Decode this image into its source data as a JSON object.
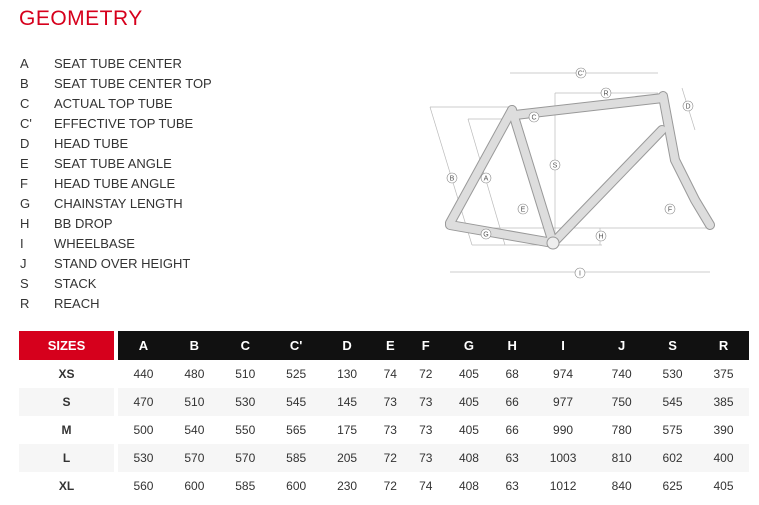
{
  "title": "GEOMETRY",
  "legend": [
    {
      "key": "A",
      "label": "SEAT TUBE CENTER"
    },
    {
      "key": "B",
      "label": "SEAT TUBE CENTER TOP"
    },
    {
      "key": "C",
      "label": "ACTUAL TOP TUBE"
    },
    {
      "key": "C'",
      "label": "EFFECTIVE TOP TUBE"
    },
    {
      "key": "D",
      "label": "HEAD TUBE"
    },
    {
      "key": "E",
      "label": "SEAT TUBE ANGLE"
    },
    {
      "key": "F",
      "label": "HEAD TUBE ANGLE"
    },
    {
      "key": "G",
      "label": "CHAINSTAY LENGTH"
    },
    {
      "key": "H",
      "label": "BB DROP"
    },
    {
      "key": "I",
      "label": "WHEELBASE"
    },
    {
      "key": "J",
      "label": "STAND OVER HEIGHT"
    },
    {
      "key": "S",
      "label": "STACK"
    },
    {
      "key": "R",
      "label": "REACH"
    }
  ],
  "table": {
    "headers": [
      "SIZES",
      "A",
      "B",
      "C",
      "C'",
      "D",
      "E",
      "F",
      "G",
      "H",
      "I",
      "J",
      "S",
      "R"
    ],
    "rows": [
      [
        "XS",
        "440",
        "480",
        "510",
        "525",
        "130",
        "74",
        "72",
        "405",
        "68",
        "974",
        "740",
        "530",
        "375"
      ],
      [
        "S",
        "470",
        "510",
        "530",
        "545",
        "145",
        "73",
        "73",
        "405",
        "66",
        "977",
        "750",
        "545",
        "385"
      ],
      [
        "M",
        "500",
        "540",
        "550",
        "565",
        "175",
        "73",
        "73",
        "405",
        "66",
        "990",
        "780",
        "575",
        "390"
      ],
      [
        "L",
        "530",
        "570",
        "570",
        "585",
        "205",
        "72",
        "73",
        "408",
        "63",
        "1003",
        "810",
        "602",
        "400"
      ],
      [
        "XL",
        "560",
        "600",
        "585",
        "600",
        "230",
        "72",
        "74",
        "408",
        "63",
        "1012",
        "840",
        "625",
        "405"
      ]
    ]
  },
  "colors": {
    "accent": "#d6001c",
    "header": "#111111"
  }
}
